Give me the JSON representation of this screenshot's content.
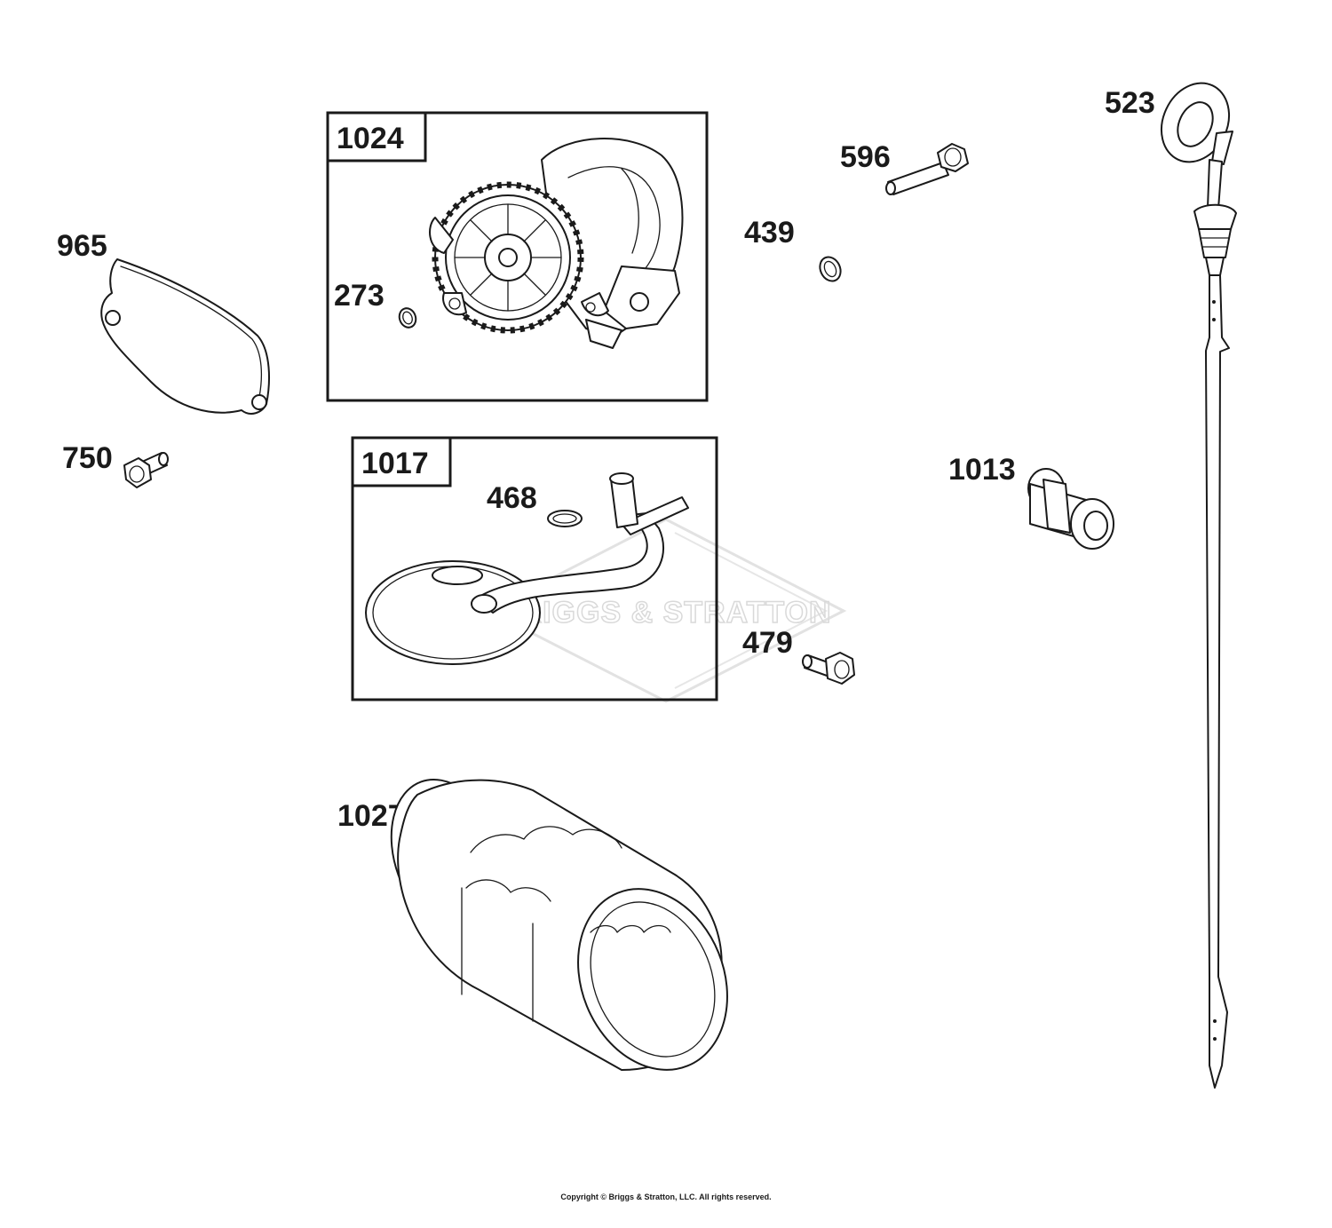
{
  "diagram": {
    "watermark": "BRIGGS & STRATTON",
    "copyright": "Copyright © Briggs & Stratton, LLC. All rights reserved.",
    "parts": {
      "p1024": "1024",
      "p273": "273",
      "p1017": "1017",
      "p468": "468",
      "p965": "965",
      "p750": "750",
      "p596": "596",
      "p439": "439",
      "p479": "479",
      "p523": "523",
      "p1013": "1013",
      "p1027": "1027"
    }
  }
}
